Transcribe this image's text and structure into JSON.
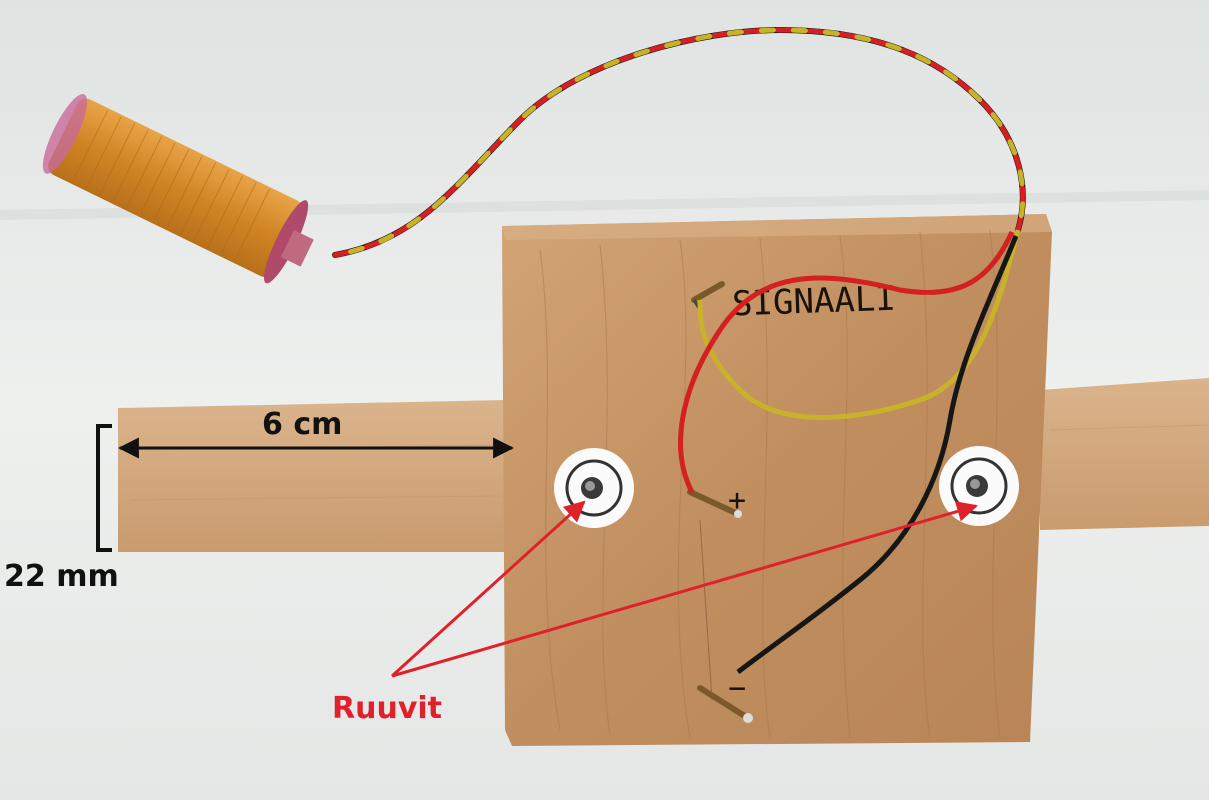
{
  "annotations": {
    "width_label": "6 cm",
    "height_label": "22 mm",
    "screws_label": "Ruuvit"
  },
  "board_markings": {
    "signal_label": "SIGNAALI",
    "plus_mark": "+",
    "minus_mark": "−"
  },
  "colors": {
    "annotation_black": "#111111",
    "annotation_red": "#e0202a",
    "wood": "#c89a6a",
    "sensor_body": "#d98e2c",
    "wire_red": "#d42020",
    "wire_yellow": "#c9b22a",
    "wire_black": "#161616"
  }
}
